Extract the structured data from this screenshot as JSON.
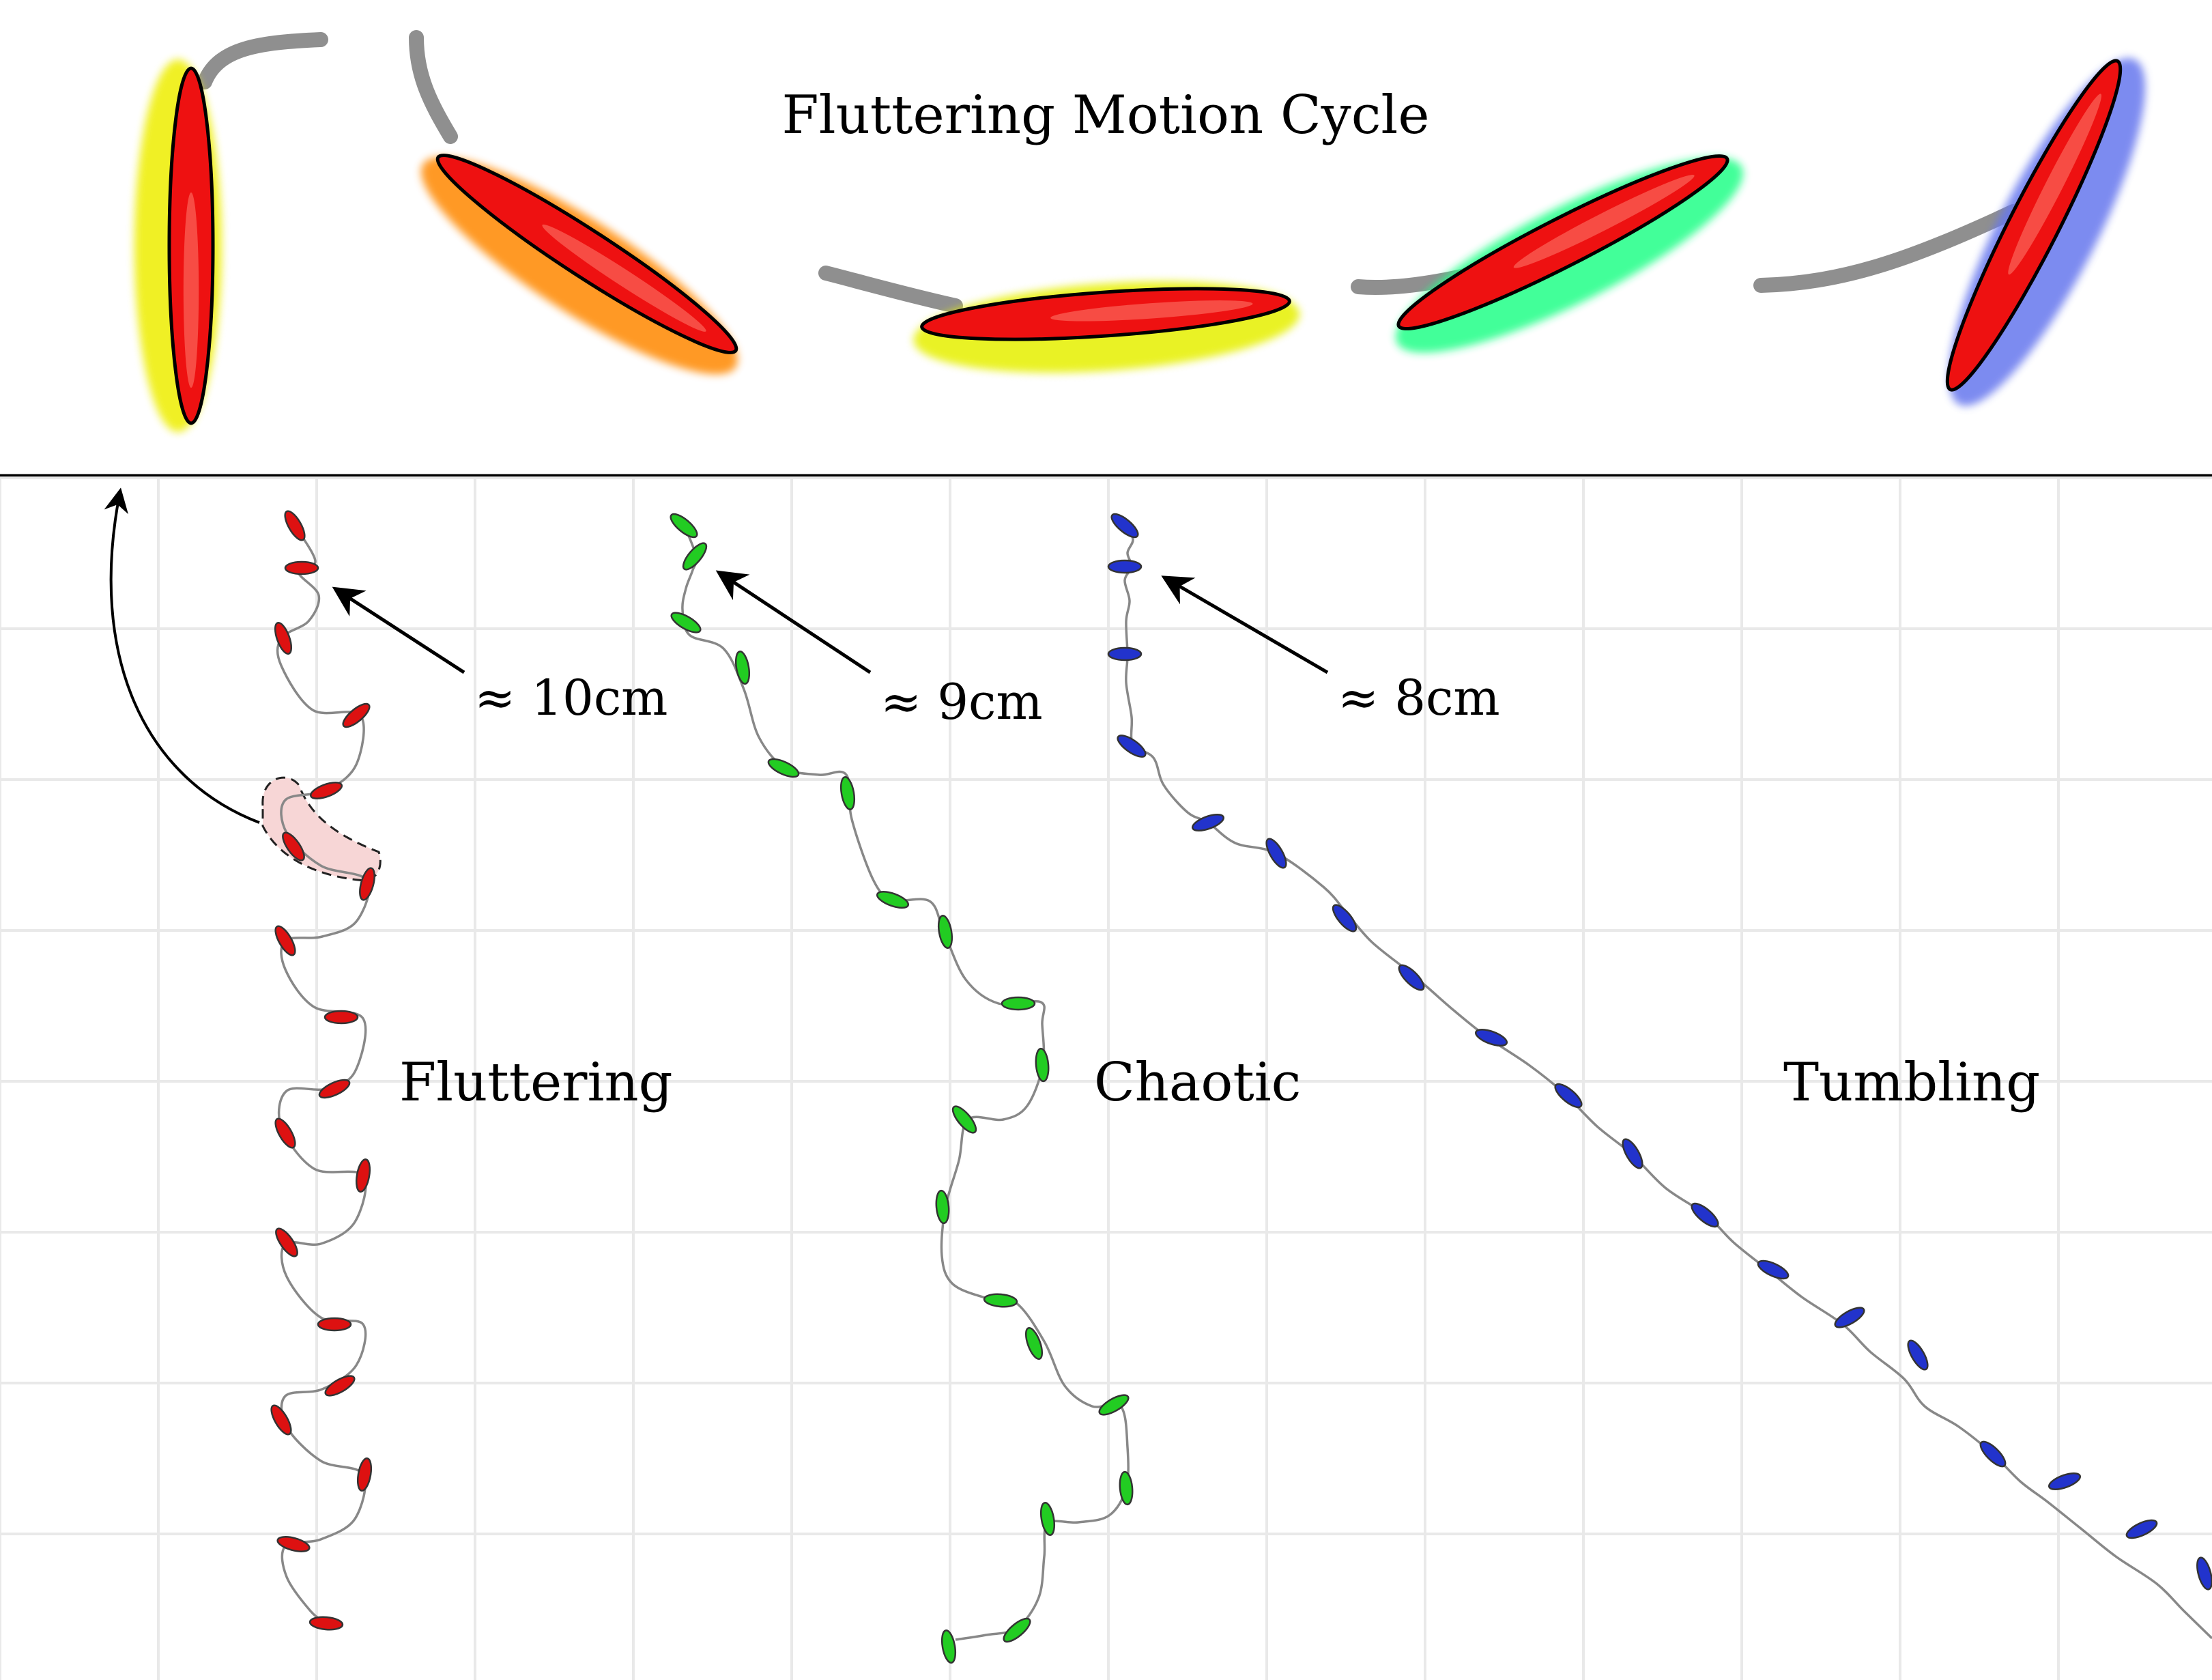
{
  "title": "Fluttering Motion Cycle",
  "colors": {
    "fluttering": "#dd1111",
    "chaotic": "#22cc22",
    "tumbling": "#2233cc",
    "grid": "#e9e9e9",
    "path": "#888888",
    "highlight": "#f7d6d6"
  },
  "cycle_stages": [
    {
      "name": "stage-1",
      "edge_color": "#eeee00"
    },
    {
      "name": "stage-2",
      "edge_color": "#ff8800"
    },
    {
      "name": "stage-3",
      "edge_color": "#e6f000"
    },
    {
      "name": "stage-4",
      "edge_color": "#22ff88"
    },
    {
      "name": "stage-5",
      "edge_color": "#6677ee"
    }
  ],
  "trajectories": [
    {
      "id": "fluttering",
      "label": "Fluttering",
      "start_label": "≈ 10cm"
    },
    {
      "id": "chaotic",
      "label": "Chaotic",
      "start_label": "≈ 9cm"
    },
    {
      "id": "tumbling",
      "label": "Tumbling",
      "start_label": "≈ 8cm"
    }
  ]
}
